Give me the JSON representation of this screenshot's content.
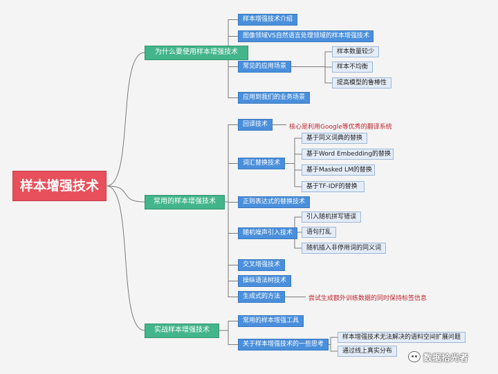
{
  "root": "样本增强技术",
  "branches": [
    {
      "label": "为什么要使用样本增强技术",
      "children": [
        {
          "label": "样本增强技术介绍"
        },
        {
          "label": "图像领域VS自然语言处理领域的样本增强技术"
        },
        {
          "label": "常见的应用场景",
          "children": [
            "样本数量较少",
            "样本不均衡",
            "提高模型的鲁棒性"
          ]
        },
        {
          "label": "应用到我们的业务场景"
        }
      ]
    },
    {
      "label": "常用的样本增强技术",
      "children": [
        {
          "label": "回译技术",
          "note": "核心是利用Google等优秀的翻译系统"
        },
        {
          "label": "词汇替换技术",
          "children": [
            "基于同义词典的替换",
            "基于Word Embedding的替换",
            "基于Masked LM的替换",
            "基于TF-IDF的替换"
          ]
        },
        {
          "label": "正则表达式的替换技术"
        },
        {
          "label": "随机噪声引入技术",
          "children": [
            "引入随机拼写错误",
            "语句打乱",
            "随机插入非停用词的同义词"
          ]
        },
        {
          "label": "交叉增强技术"
        },
        {
          "label": "操纵语法树技术"
        },
        {
          "label": "生成式的方法",
          "note": "尝试生成额外训练数据的同时保持标签信息"
        }
      ]
    },
    {
      "label": "实战样本增强技术",
      "children": [
        {
          "label": "常用的样本增强工具"
        },
        {
          "label": "关于样本增强技术的一些思考",
          "children": [
            "样本增强技术无法解决的语料空间扩展问题",
            "通过线上真实分布"
          ]
        }
      ]
    }
  ],
  "watermark": "数据拾光者"
}
